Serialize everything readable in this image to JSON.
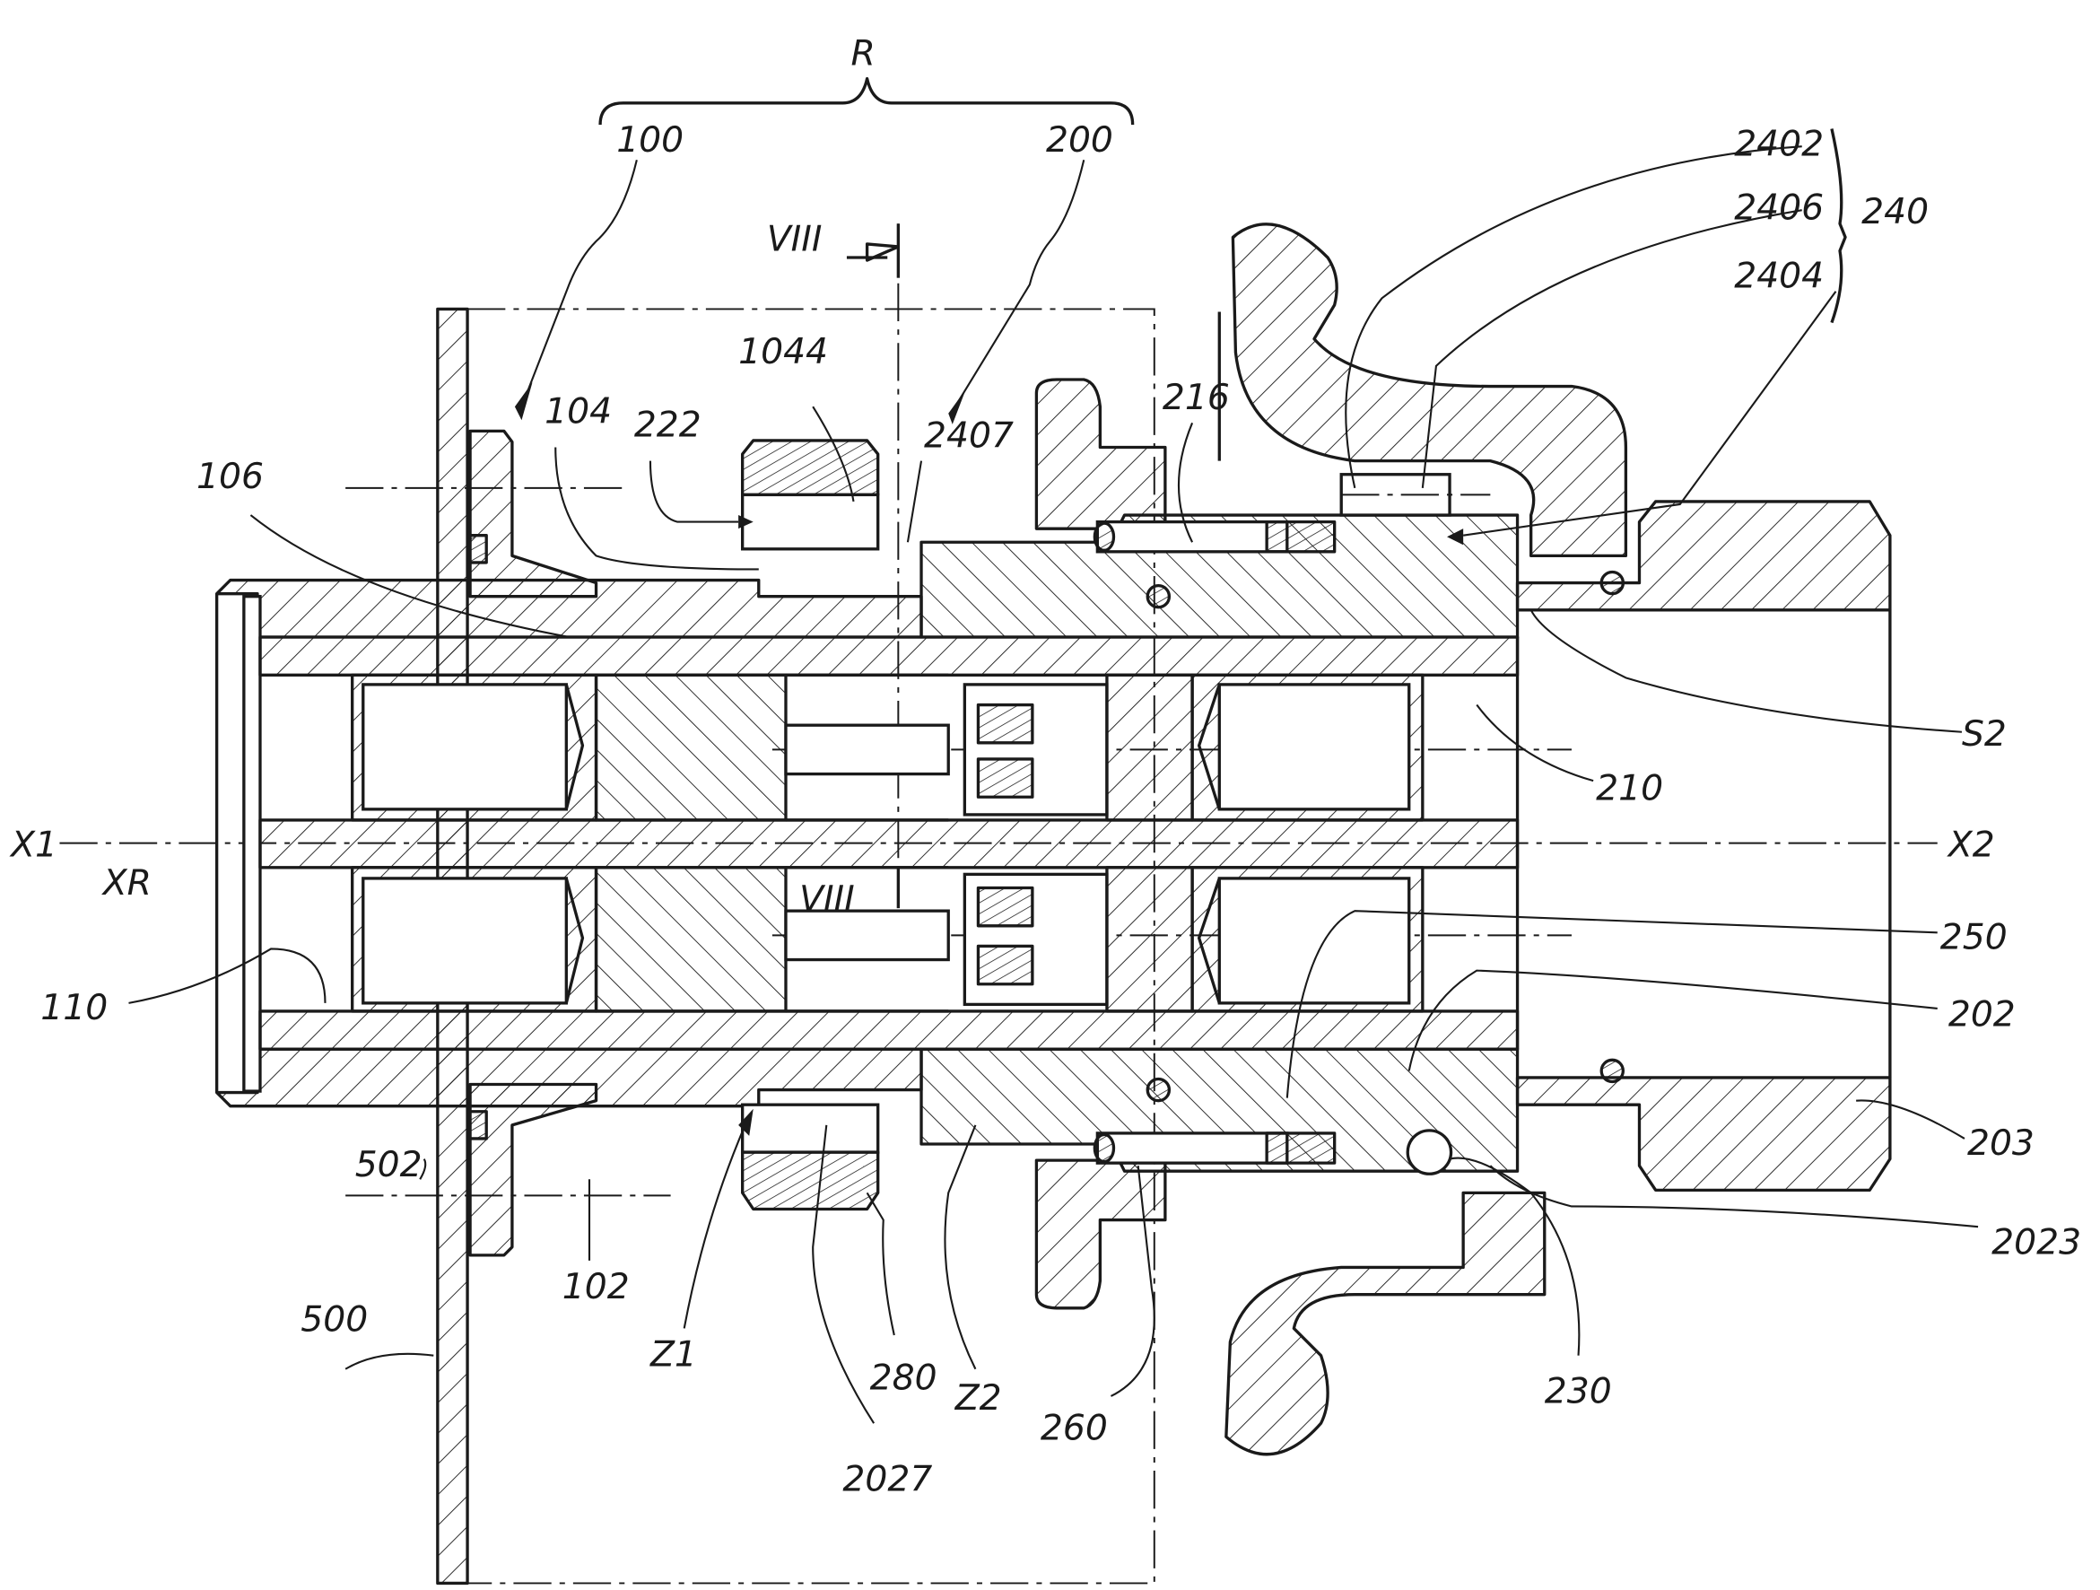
{
  "figure": {
    "type": "patent cross-section drawing",
    "subject": "connector assembly with first and second connector elements along axis"
  },
  "brace_labels": {
    "assembly": "R",
    "locking_group": "240"
  },
  "section_marks": {
    "top": "VIII",
    "bottom": "VIII"
  },
  "axis_labels": {
    "left_axis": "X1",
    "right_axis": "X2",
    "common_axis": "XR"
  },
  "labels": {
    "l100": "100",
    "l200": "200",
    "l104": "104",
    "l106": "106",
    "l222": "222",
    "l1044": "1044",
    "l2407": "2407",
    "l216": "216",
    "l2402": "2402",
    "l2406": "2406",
    "l2404": "2404",
    "lS2": "S2",
    "l210": "210",
    "l250": "250",
    "l202": "202",
    "l203": "203",
    "l2023": "2023",
    "l230": "230",
    "l260": "260",
    "lZ2": "Z2",
    "l280": "280",
    "l2027": "2027",
    "lZ1": "Z1",
    "l102": "102",
    "l500": "500",
    "l502": "502",
    "l110": "110"
  },
  "colors": {
    "ink": "#1a1a1a",
    "paper": "#ffffff"
  }
}
